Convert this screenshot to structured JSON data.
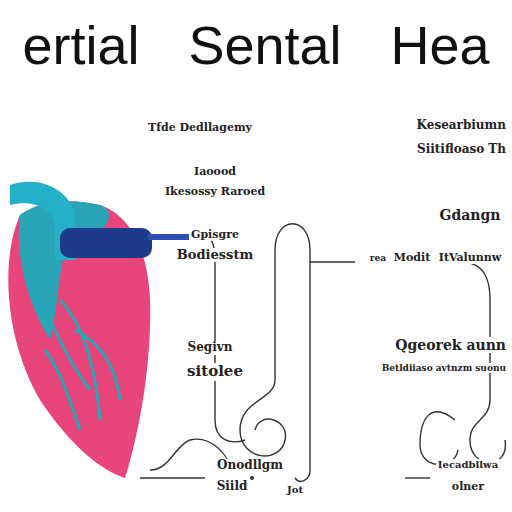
{
  "diagram": {
    "title": "ertial Sental Hea",
    "labels": [
      "Tfde Dedllagemy",
      "Kesearbiumn",
      "Siitifloaso Th",
      "Iaoood",
      "Ikesossy Raroed",
      "Gpisgre",
      "Bodiesstm",
      "Gdangn",
      "rea",
      "Modit",
      "ItValunnw",
      "Segivn",
      "sitolee",
      "Qgeorek aunn",
      "Betldiiaso avtnzm suonu",
      "Onodllgm",
      "Siild",
      "Jot",
      "Iecadbllwa",
      "olner"
    ]
  }
}
